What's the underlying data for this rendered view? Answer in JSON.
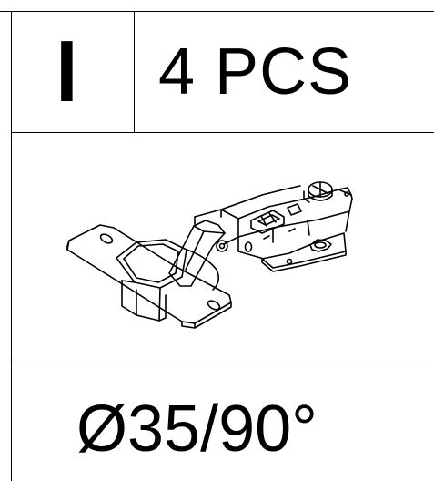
{
  "header": {
    "variant_letter": "I",
    "quantity": "4 PCS"
  },
  "illustration": {
    "icon": "concealed-hinge-icon"
  },
  "footer": {
    "specification": "Ø35/90°"
  },
  "colors": {
    "line": "#000000",
    "background": "#ffffff"
  }
}
